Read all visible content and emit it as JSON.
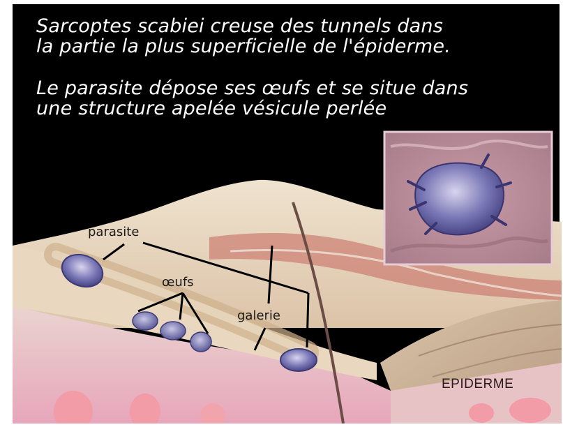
{
  "caption": {
    "line1": "Sarcoptes scabiei creuse des tunnels dans",
    "line2": "la partie la plus superficielle de l'épiderme.",
    "line3": "Le parasite dépose ses œufs et se situe dans",
    "line4": "une structure apelée vésicule perlée"
  },
  "labels": {
    "parasite": "parasite",
    "oeufs": "œufs",
    "galerie": "galerie",
    "epiderme": "EPIDERME"
  },
  "colors": {
    "background": "#000000",
    "skin_top": "#e8d7c0",
    "dermis_pink": "#e6a7b9",
    "inset_frame": "#b07a8c",
    "mite_purple": "#5a58a0",
    "leader_line": "#000000"
  }
}
